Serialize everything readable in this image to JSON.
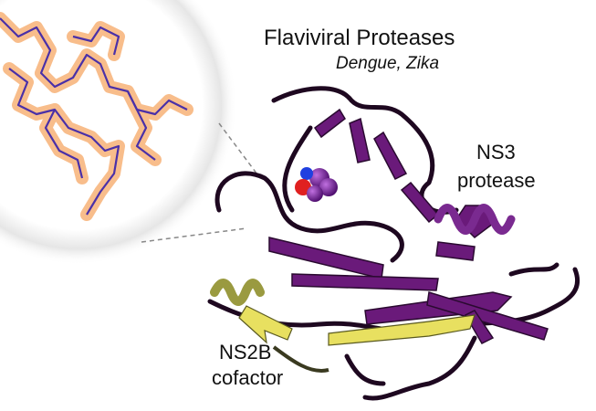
{
  "figure": {
    "title": "Flaviviral Proteases",
    "subtitle": "Dengue, Zika",
    "labels": {
      "ns3_line1": "NS3",
      "ns3_line2": "protease",
      "ns2b_line1": "NS2B",
      "ns2b_line2": "cofactor"
    },
    "colors": {
      "ns3": "#6a1a7a",
      "ns3_dark": "#2a0a30",
      "ns2b_strand": "#e8e060",
      "ns2b_helix": "#9a9a40",
      "ligand_stick": "#5a3ab0",
      "density": "#f4a060"
    }
  }
}
